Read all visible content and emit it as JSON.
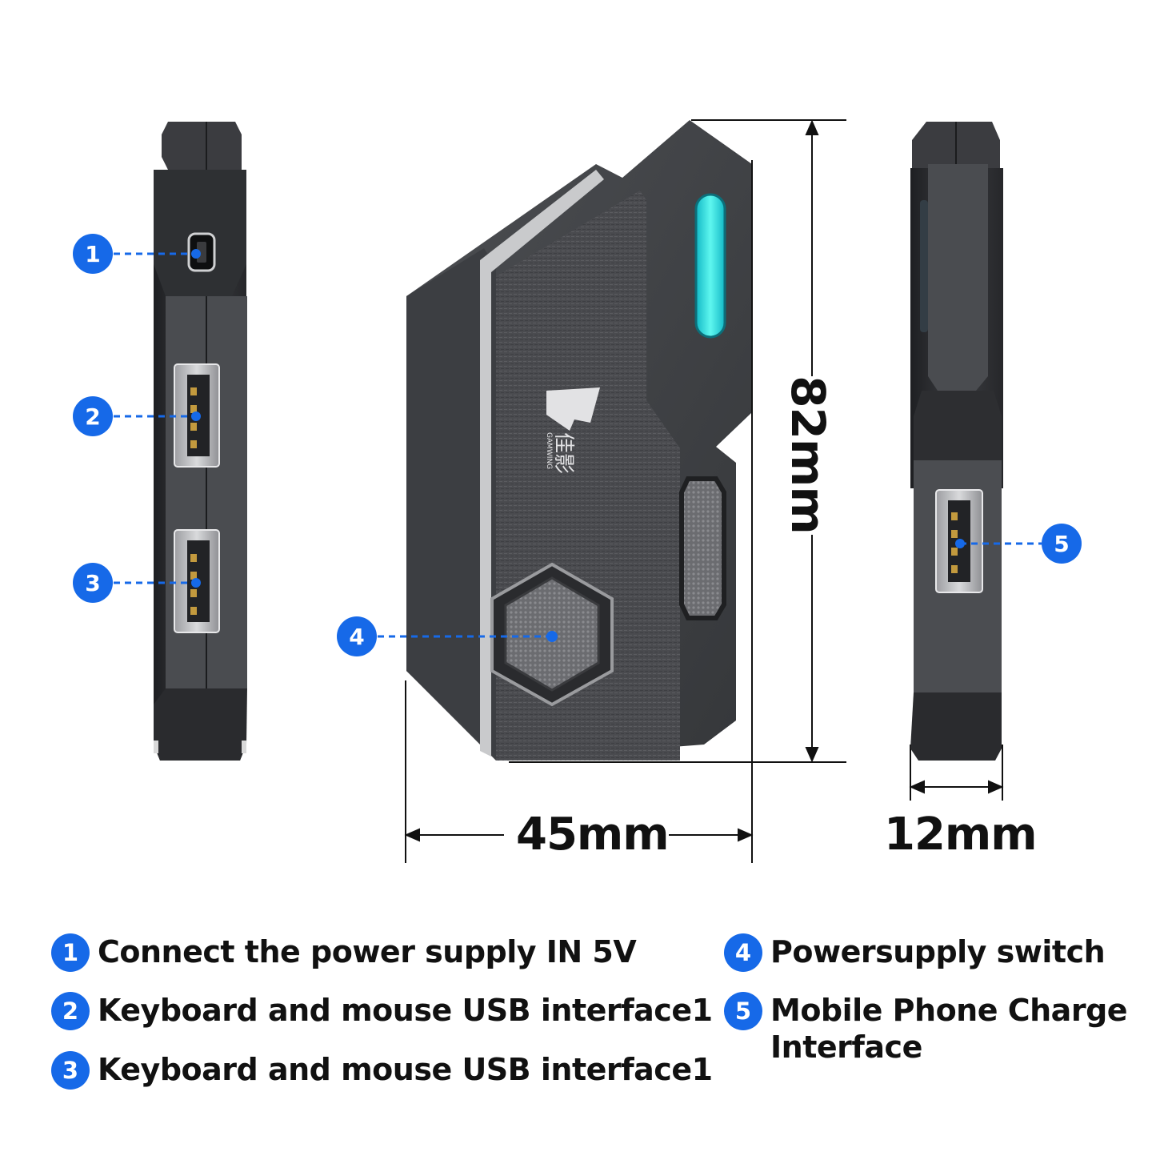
{
  "dimensions": {
    "height": "82mm",
    "width": "45mm",
    "thickness": "12mm"
  },
  "brand": {
    "logo_text": "佳影",
    "logo_sub": "GAMWING"
  },
  "callouts": [
    {
      "number": "1",
      "label": "Connect the power supply IN 5V"
    },
    {
      "number": "2",
      "label": "Keyboard and mouse USB interface1"
    },
    {
      "number": "3",
      "label": "Keyboard and mouse USB interface1"
    },
    {
      "number": "4",
      "label": "Powersupply switch"
    },
    {
      "number": "5",
      "label": "Mobile Phone Charge Interface"
    }
  ],
  "colors": {
    "accent": "#1669e8",
    "led": "#2ee6e0",
    "body_dark": "#2c2d30",
    "body_mid": "#55575b"
  }
}
